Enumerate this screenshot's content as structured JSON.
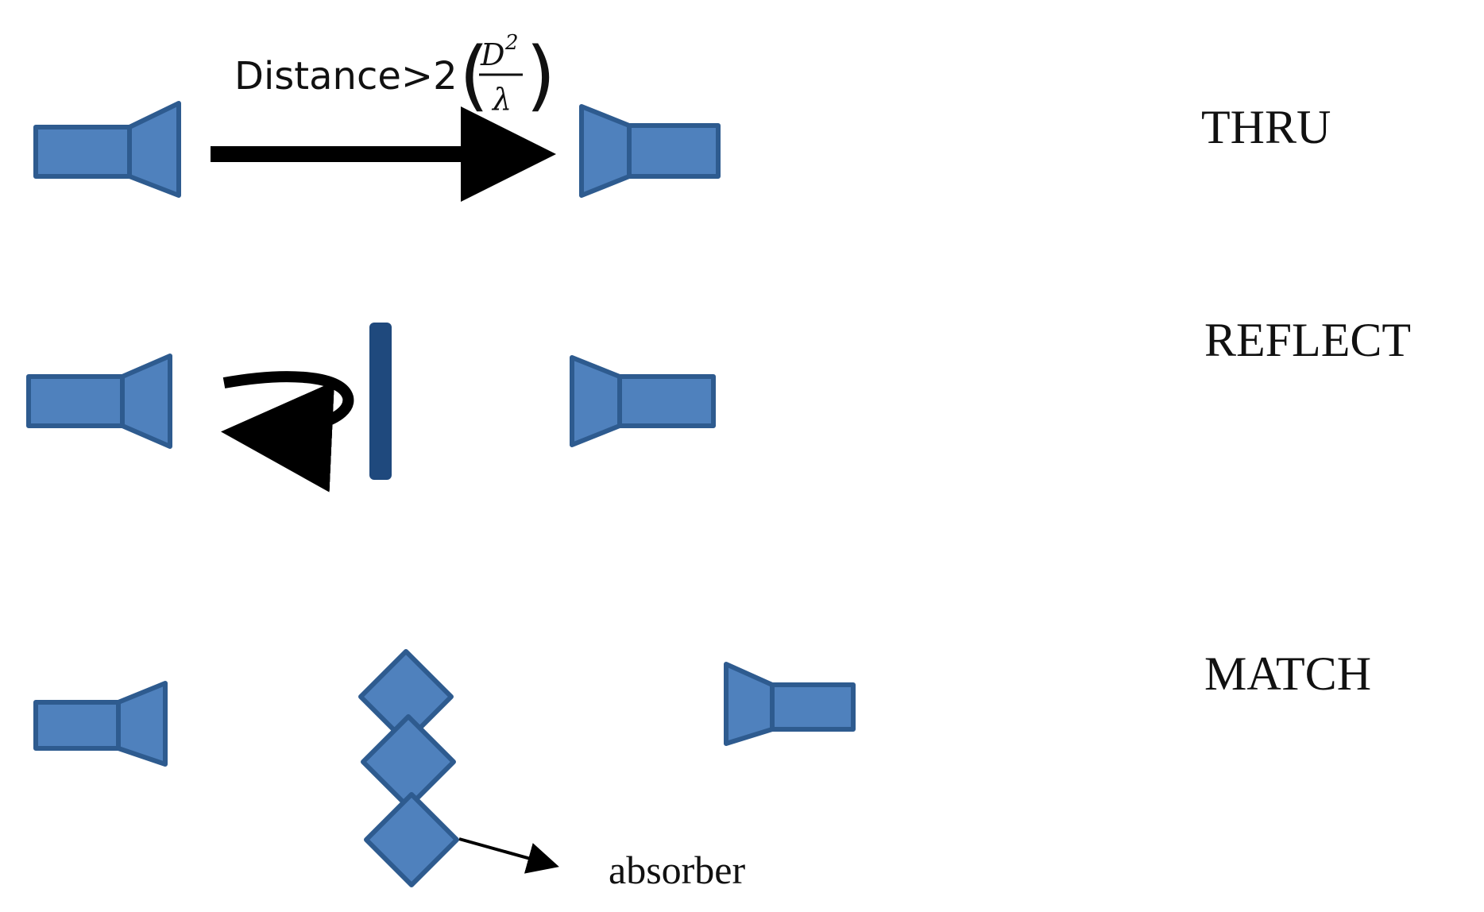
{
  "rows": {
    "thru": {
      "label": "THRU"
    },
    "reflect": {
      "label": "REFLECT"
    },
    "match": {
      "label": "MATCH"
    }
  },
  "distance": {
    "prefix": "Distance>2",
    "numerator": "D",
    "exponent": "2",
    "denominator": "λ"
  },
  "absorber": {
    "label": "absorber"
  },
  "colors": {
    "horn_fill": "#4f81bd",
    "horn_stroke": "#2e5b8f",
    "reflector": "#1f497d",
    "arrow": "#000000"
  }
}
